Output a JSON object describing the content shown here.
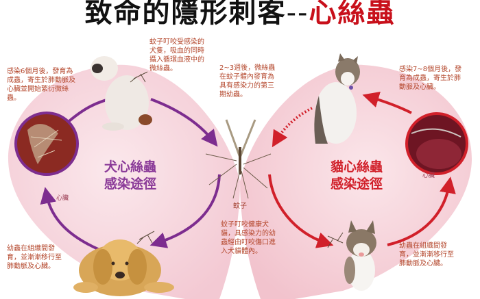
{
  "title": {
    "part1": "致命的隱形刺客",
    "dash": "--",
    "part2": "心絲蟲"
  },
  "dog_cycle": {
    "label_line1": "犬心絲蟲",
    "label_line2": "感染途徑",
    "color": "#8a3a98",
    "heart_label": "心臟",
    "notes": {
      "top_left": "感染6個月後，發育為成蟲，寄生於肺動脈及心臟並開始繁衍微絲蟲。",
      "top_center": "蚊子叮咬受感染的犬隻，吸血的同時攝入循環血液中的微絲蟲。",
      "bottom_left": "幼蟲在組織間發育，並漸漸移行至肺動脈及心臟。"
    }
  },
  "mosquito": {
    "label": "蚊子",
    "note_top": "2~3週後，微絲蟲在蚊子體內發育為具有感染力的第三期幼蟲。",
    "note_bottom": "蚊子叮咬健康犬貓，具感染力的幼蟲經由叮咬傷口進入犬貓體內。"
  },
  "cat_cycle": {
    "label_line1": "貓心絲蟲",
    "label_line2": "感染途徑",
    "color": "#d1202a",
    "heart_label": "心臟",
    "notes": {
      "top_right": "感染7~8個月後，發育為成蟲，寄生於肺動脈及心臟。",
      "bottom_right": "幼蟲在組織間發育，並漸漸移行至肺動脈及心臟。"
    }
  },
  "images": {
    "bulldog": "infected-bulldog-photo",
    "golden_retriever": "healthy-dog-photo",
    "adult_cat": "infected-cat-photo",
    "kitten": "healthy-kitten-photo",
    "mosquito": "mosquito-photo",
    "dog_heart": "dog-heart-worms-photo",
    "cat_heart": "cat-heart-worms-photo"
  },
  "colors": {
    "heart_fill": "#f8d9e0",
    "heart_fill_right": "#f9d4dc",
    "note_text": "#b4472c",
    "purple_arrow": "#7d2d8f",
    "red_arrow": "#d1202a"
  }
}
